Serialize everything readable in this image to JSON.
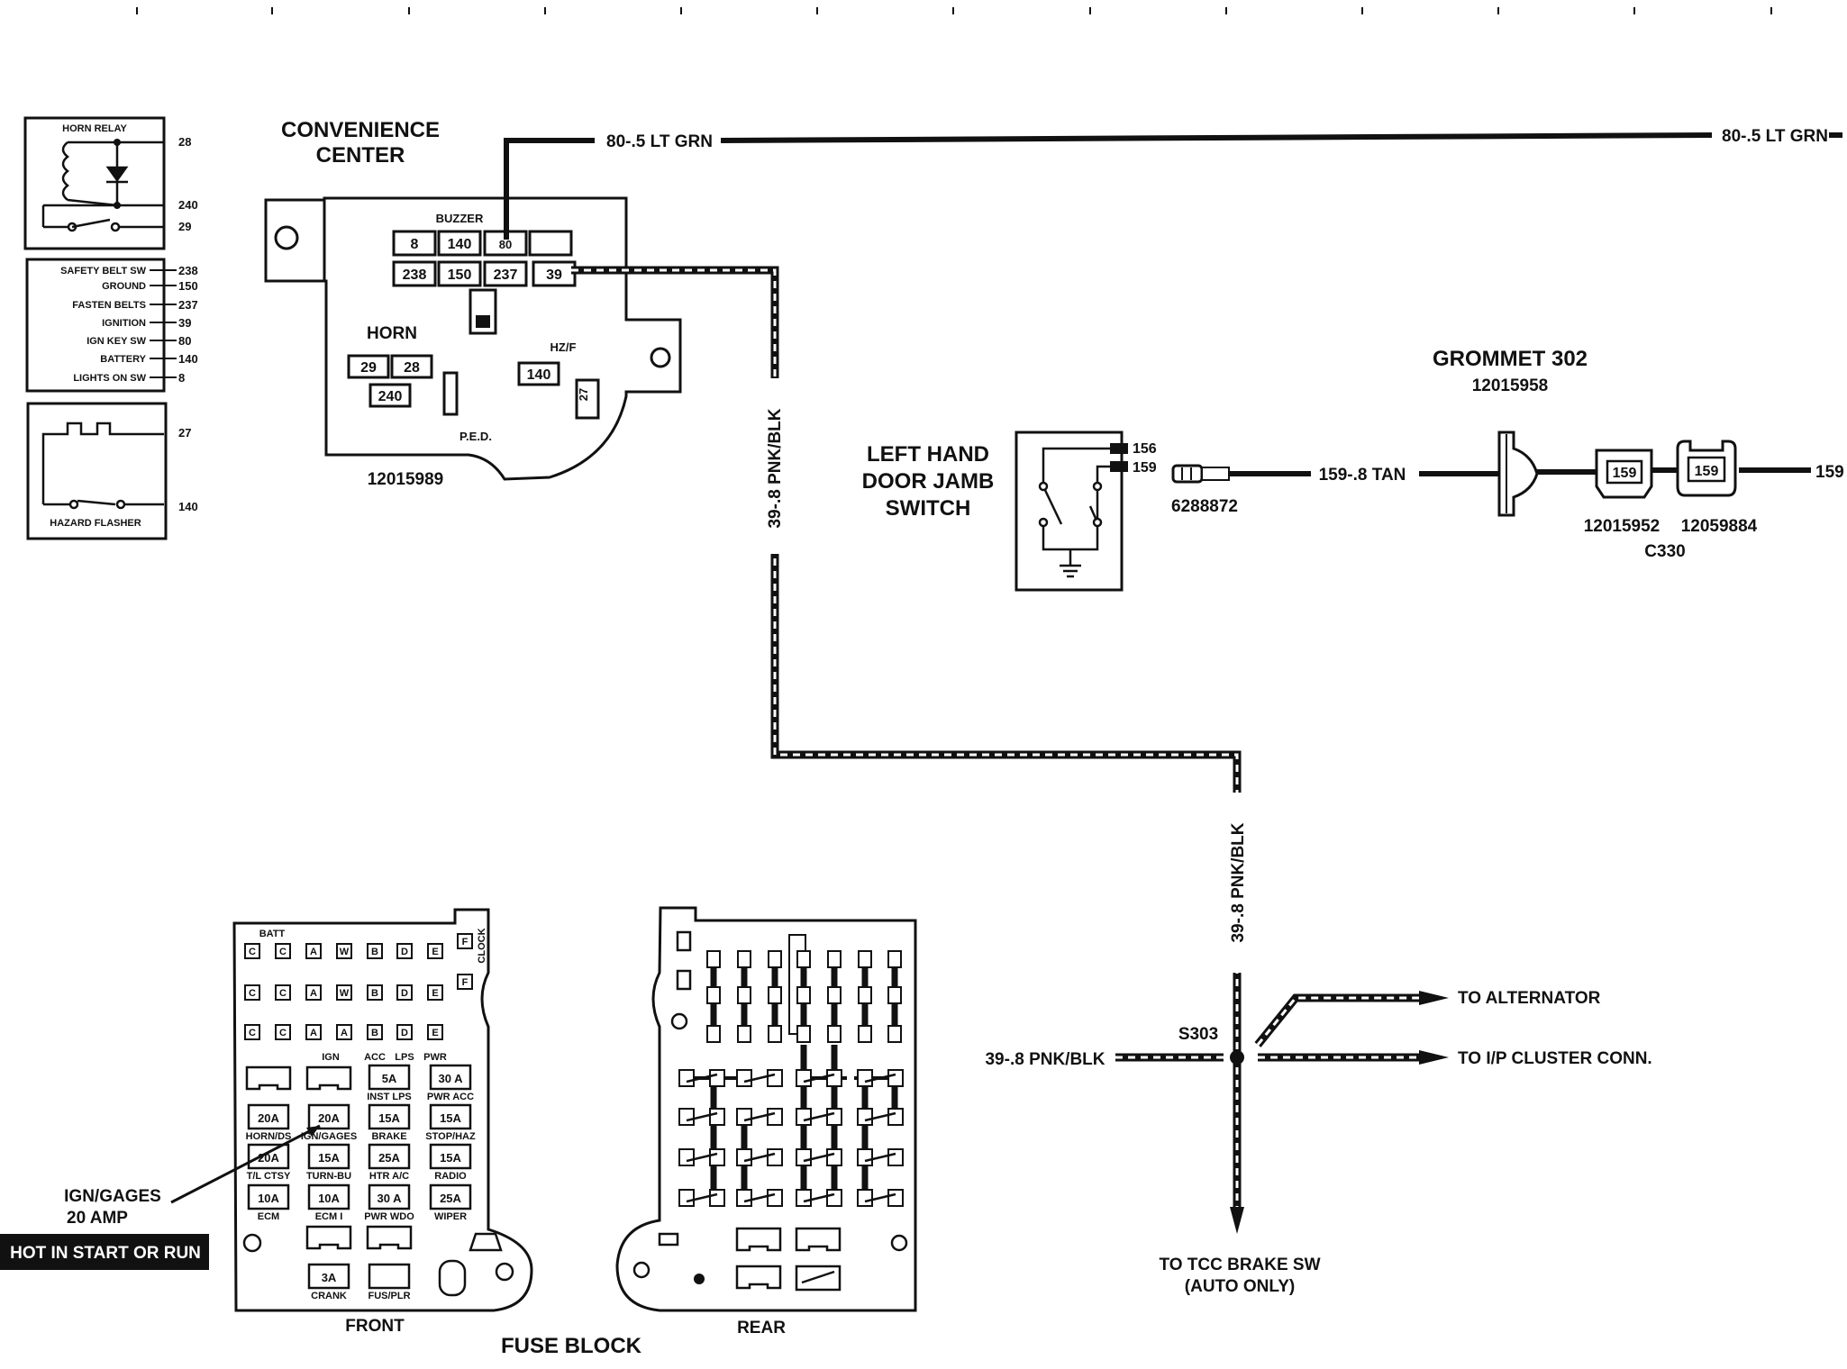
{
  "colors": {
    "ink": "#111111",
    "background": "#ffffff",
    "label_box": "#111111",
    "label_text": "#ffffff"
  },
  "convenience_center": {
    "title_line1": "CONVENIENCE",
    "title_line2": "CENTER",
    "part_number": "12015989",
    "buzzer_label": "BUZZER",
    "horn_label": "HORN",
    "hzf_label": "HZ/F",
    "ped_label": "P.E.D.",
    "buzzer_row1": [
      "8",
      "140",
      "80",
      ""
    ],
    "buzzer_row2": [
      "238",
      "150",
      "237",
      "39"
    ],
    "horn_terminals": [
      "29",
      "28",
      "240"
    ],
    "hzf_terminal": "140",
    "ped_terminal": "27"
  },
  "legend": {
    "horn_relay": {
      "title": "HORN RELAY",
      "pins": [
        "28",
        "240",
        "29"
      ]
    },
    "buzzer_pins": [
      {
        "name": "SAFETY BELT SW",
        "pin": "238"
      },
      {
        "name": "GROUND",
        "pin": "150"
      },
      {
        "name": "FASTEN BELTS",
        "pin": "237"
      },
      {
        "name": "IGNITION",
        "pin": "39"
      },
      {
        "name": "IGN KEY SW",
        "pin": "80"
      },
      {
        "name": "BATTERY",
        "pin": "140"
      },
      {
        "name": "LIGHTS ON SW",
        "pin": "8"
      }
    ],
    "hazard_flasher": {
      "title": "HAZARD FLASHER",
      "pins": [
        "27",
        "140"
      ]
    }
  },
  "wires": {
    "top_left": "80-.5 LT GRN",
    "top_right": "80-.5 LT GRN",
    "vertical_1": "39-.8 PNK/BLK",
    "vertical_2": "39-.8 PNK/BLK",
    "horizontal": "39-.8 PNK/BLK",
    "tan_wire": "159-.8 TAN",
    "tan_end": "159"
  },
  "door_switch": {
    "line1": "LEFT HAND",
    "line2": "DOOR JAMB",
    "line3": "SWITCH",
    "pin_156": "156",
    "pin_159": "159",
    "connector_part": "6288872"
  },
  "grommet": {
    "title": "GROMMET 302",
    "part_number": "12015958",
    "connector_a": "12015952",
    "connector_b": "12059884",
    "connector_name": "C330",
    "pin_a": "159",
    "pin_b": "159"
  },
  "splice": {
    "name": "S303",
    "to_alternator": "TO ALTERNATOR",
    "to_ip_cluster": "TO I/P CLUSTER CONN.",
    "to_tcc_line1": "TO TCC BRAKE SW",
    "to_tcc_line2": "(AUTO ONLY)"
  },
  "fuse_block": {
    "title": "FUSE BLOCK",
    "front_label": "FRONT",
    "rear_label": "REAR",
    "batt_label": "BATT",
    "clock_label": "CLOCK",
    "relay_row": [
      "C",
      "C",
      "A",
      "W",
      "B",
      "D",
      "E"
    ],
    "relay_row3": [
      "C",
      "C",
      "A",
      "A",
      "B",
      "D",
      "E"
    ],
    "side_letters": [
      "F",
      "F"
    ],
    "col_headers": [
      "IGN",
      "ACC",
      "LPS",
      "PWR"
    ],
    "fuses": [
      {
        "rating": "5A",
        "name": "INST LPS"
      },
      {
        "rating": "30 A",
        "name": "PWR ACC"
      },
      {
        "rating": "20A",
        "name": "HORN/DS"
      },
      {
        "rating": "20A",
        "name": "IGN/GAGES"
      },
      {
        "rating": "15A",
        "name": "BRAKE"
      },
      {
        "rating": "15A",
        "name": "STOP/HAZ"
      },
      {
        "rating": "20A",
        "name": "T/L CTSY"
      },
      {
        "rating": "15A",
        "name": "TURN-BU"
      },
      {
        "rating": "25A",
        "name": "HTR A/C"
      },
      {
        "rating": "15A",
        "name": "RADIO"
      },
      {
        "rating": "10A",
        "name": "ECM"
      },
      {
        "rating": "10A",
        "name": "ECM I"
      },
      {
        "rating": "30 A",
        "name": "PWR WDO"
      },
      {
        "rating": "25A",
        "name": "WIPER"
      },
      {
        "rating": "3A",
        "name": "CRANK"
      },
      {
        "rating": "",
        "name": "FUS/PLR"
      }
    ],
    "callout_line1": "IGN/GAGES",
    "callout_line2": "20 AMP",
    "hot_label": "HOT IN START OR RUN"
  }
}
